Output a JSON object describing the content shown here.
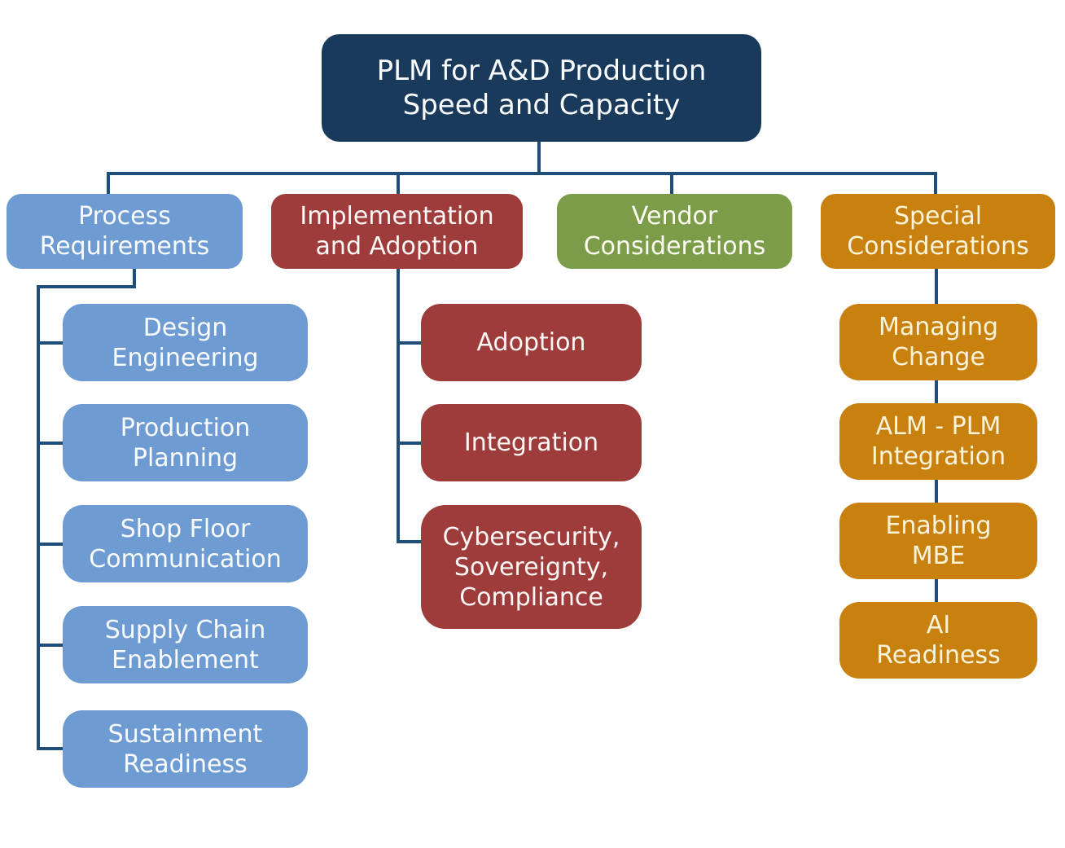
{
  "colors": {
    "background": "#ffffff",
    "connector_line": "#1f4e79",
    "title_bg": "#1a3a5c",
    "process_bg": "#6e9bd2",
    "implementation_bg": "#9e3c3b",
    "vendor_bg": "#7d9c4a",
    "special_bg": "#c8810f",
    "light_text": "#ffffff",
    "special_text": "#fbf3da"
  },
  "root": {
    "label": [
      "PLM for A&D Production",
      "Speed and Capacity"
    ]
  },
  "branches": [
    {
      "name": "Process Requirements",
      "label": [
        "Process",
        "Requirements"
      ],
      "children": [
        [
          "Design",
          "Engineering"
        ],
        [
          "Production",
          "Planning"
        ],
        [
          "Shop Floor",
          "Communication"
        ],
        [
          "Supply Chain",
          "Enablement"
        ],
        [
          "Sustainment",
          "Readiness"
        ]
      ]
    },
    {
      "name": "Implementation and Adoption",
      "label": [
        "Implementation",
        "and Adoption"
      ],
      "children": [
        [
          "Adoption"
        ],
        [
          "Integration"
        ],
        [
          "Cybersecurity,",
          "Sovereignty,",
          "Compliance"
        ]
      ]
    },
    {
      "name": "Vendor Considerations",
      "label": [
        "Vendor",
        "Considerations"
      ],
      "children": []
    },
    {
      "name": "Special Considerations",
      "label": [
        "Special",
        "Considerations"
      ],
      "children": [
        [
          "Managing",
          "Change"
        ],
        [
          "ALM - PLM",
          "Integration"
        ],
        [
          "Enabling",
          "MBE"
        ],
        [
          "AI",
          "Readiness"
        ]
      ]
    }
  ]
}
